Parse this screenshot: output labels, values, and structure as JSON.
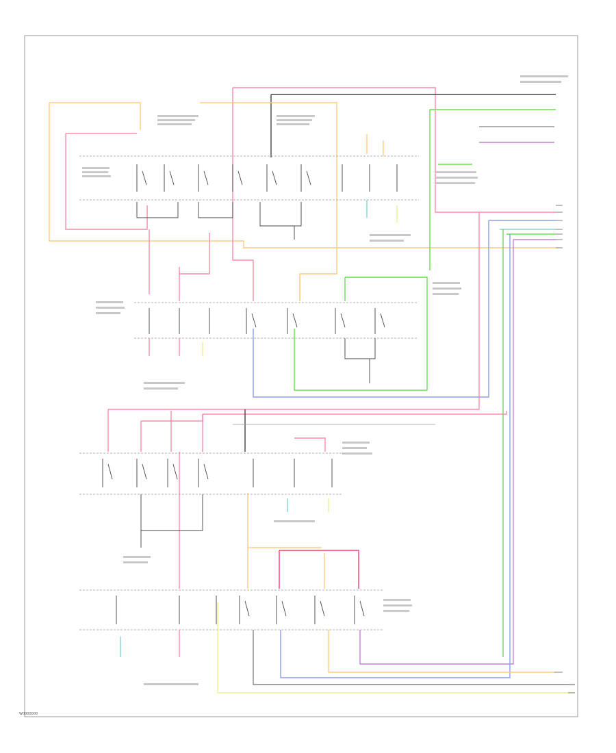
{
  "diagram": {
    "code": "W0000000",
    "wire_colors": {
      "pink": "#ff8aa8",
      "orange": "#ffcc80",
      "green": "#66e04a",
      "blue": "#8aa0e8",
      "black": "#444444",
      "violet": "#c080d8",
      "yellow": "#f0ee90",
      "teal": "#7ed8d0",
      "grey": "#999999"
    },
    "components": [
      "relay-block-upper",
      "relay-block-middle",
      "relay-block-lower-1",
      "relay-block-lower-2",
      "connector-right"
    ]
  }
}
